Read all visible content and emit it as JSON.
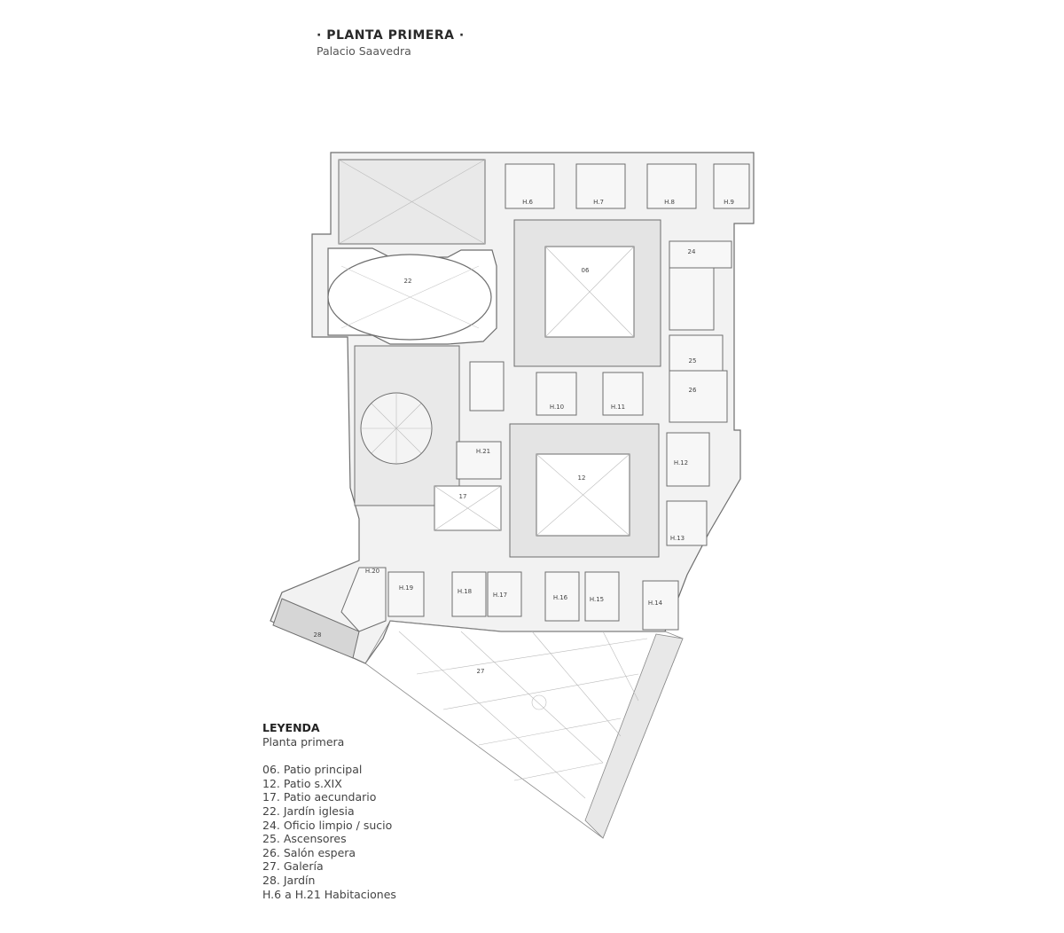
{
  "header": {
    "title": "· PLANTA PRIMERA ·",
    "subtitle": "Palacio Saavedra"
  },
  "plan": {
    "room_labels": {
      "h6": "H.6",
      "h7": "H.7",
      "h8": "H.8",
      "h9": "H.9",
      "r06": "06",
      "r22": "22",
      "r24": "24",
      "r25": "25",
      "r26": "26",
      "h10": "H.10",
      "h11": "H.11",
      "h12": "H.12",
      "h13": "H.13",
      "r12": "12",
      "r17": "17",
      "h21": "H.21",
      "h14": "H.14",
      "h15": "H.15",
      "h16": "H.16",
      "h17": "H.17",
      "h18": "H.18",
      "h19": "H.19",
      "h20": "H.20",
      "r27": "27",
      "r28": "28"
    }
  },
  "legend": {
    "title": "LEYENDA",
    "subtitle": "Planta primera",
    "items": [
      "06. Patio principal",
      "12. Patio s.XIX",
      "17. Patio aecundario",
      "22. Jardín iglesia",
      "24. Oficio limpio / sucio",
      "25. Ascensores",
      "26. Salón espera",
      "27. Galería",
      "28. Jardín",
      "H.6 a H.21 Habitaciones"
    ]
  }
}
